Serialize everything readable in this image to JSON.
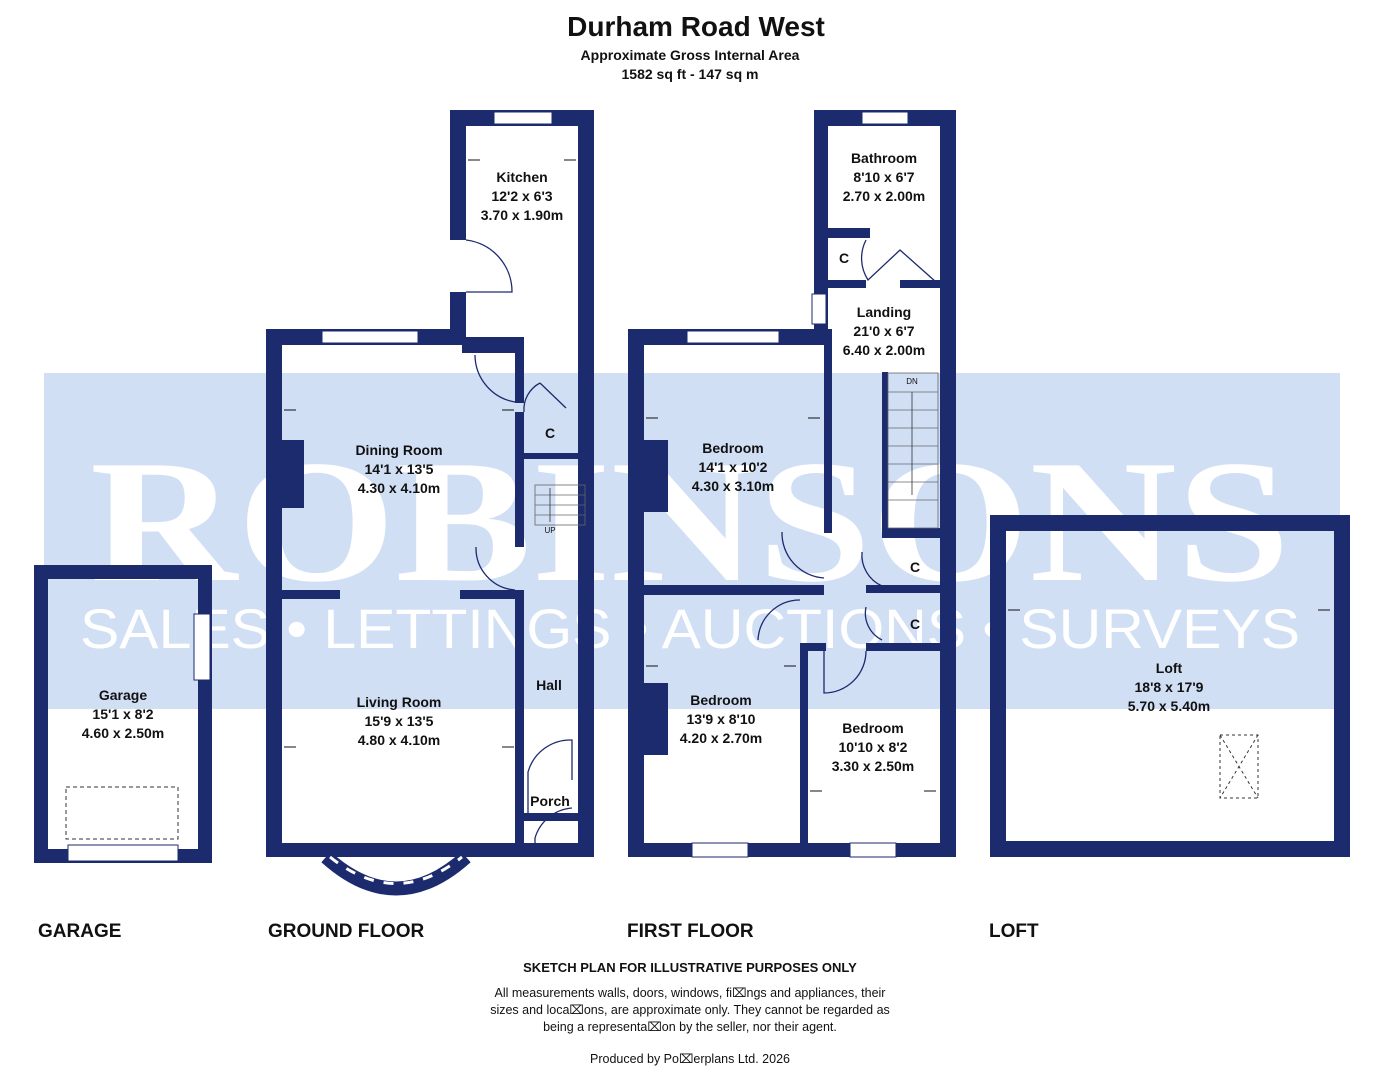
{
  "header": {
    "title": "Durham Road West",
    "subtitle": "Approximate Gross Internal Area",
    "area": "1582 sq ft - 147 sq m"
  },
  "watermark": {
    "brand": "ROBINSONS",
    "tagline": "SALES • LETTINGS • AUCTIONS • SURVEYS"
  },
  "colors": {
    "wall": "#1c2a6e",
    "watermark_band": "#c9d9f3"
  },
  "floors": {
    "garage": "GARAGE",
    "ground": "GROUND FLOOR",
    "first": "FIRST FLOOR",
    "loft": "LOFT"
  },
  "rooms": {
    "kitchen": {
      "name": "Kitchen",
      "imperial": "12'2 x 6'3",
      "metric": "3.70 x 1.90m"
    },
    "dining": {
      "name": "Dining Room",
      "imperial": "14'1 x 13'5",
      "metric": "4.30 x 4.10m"
    },
    "living": {
      "name": "Living Room",
      "imperial": "15'9 x 13'5",
      "metric": "4.80 x 4.10m"
    },
    "garage": {
      "name": "Garage",
      "imperial": "15'1 x 8'2",
      "metric": "4.60 x 2.50m"
    },
    "hall": {
      "name": "Hall"
    },
    "porch": {
      "name": "Porch"
    },
    "cupboard_gf": {
      "name": "C"
    },
    "bathroom": {
      "name": "Bathroom",
      "imperial": "8'10 x 6'7",
      "metric": "2.70 x 2.00m"
    },
    "landing": {
      "name": "Landing",
      "imperial": "21'0 x 6'7",
      "metric": "6.40 x 2.00m"
    },
    "bedroom1": {
      "name": "Bedroom",
      "imperial": "14'1 x 10'2",
      "metric": "4.30 x 3.10m"
    },
    "bedroom2": {
      "name": "Bedroom",
      "imperial": "13'9 x 8'10",
      "metric": "4.20 x 2.70m"
    },
    "bedroom3": {
      "name": "Bedroom",
      "imperial": "10'10 x 8'2",
      "metric": "3.30 x 2.50m"
    },
    "loft": {
      "name": "Loft",
      "imperial": "18'8 x 17'9",
      "metric": "5.70 x 5.40m"
    },
    "cupboard_ff1": {
      "name": "C"
    },
    "cupboard_ff2": {
      "name": "C"
    },
    "cupboard_ff3": {
      "name": "C"
    }
  },
  "stairs": {
    "ground": "UP",
    "first": "DN"
  },
  "footer": {
    "disclaimer_title": "SKETCH PLAN FOR ILLUSTRATIVE PURPOSES ONLY",
    "disclaimer_line1": "All measurements walls, doors, windows, fi⌧ngs and appliances, their",
    "disclaimer_line2": "sizes and loca⌧ons, are approximate only. They cannot be regarded as",
    "disclaimer_line3": "being a representa⌧on by the seller, nor their agent.",
    "produced_by": "Produced by Po⌧erplans Ltd. 2026"
  }
}
